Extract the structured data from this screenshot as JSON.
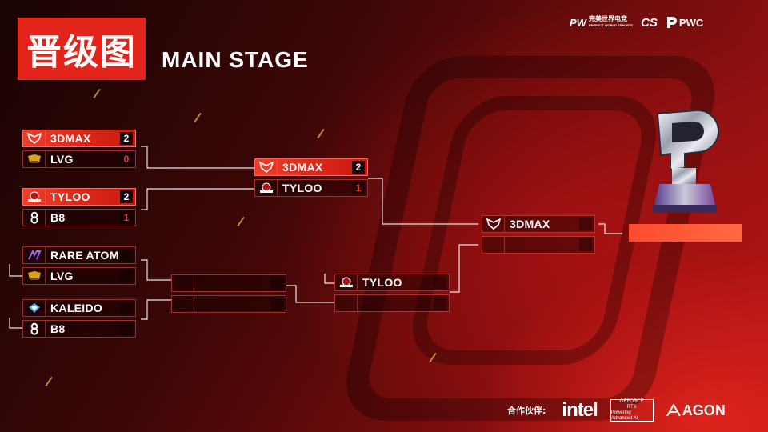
{
  "header": {
    "title_cn": "晋级图",
    "subtitle": "MAIN STAGE"
  },
  "brand_logos": {
    "pwe_mark": "PW",
    "pwe_cn": "完美世界电竞",
    "pwe_en": "PERFECT WORLD ESPORTS",
    "cs_mark": "CS",
    "pwc_mark": "PWC"
  },
  "bracket": {
    "upper_qf": [
      {
        "teams": [
          {
            "name": "3DMAX",
            "score": "2",
            "winner": true
          },
          {
            "name": "LVG",
            "score": "0",
            "winner": false
          }
        ]
      },
      {
        "teams": [
          {
            "name": "TYLOO",
            "score": "2",
            "winner": true
          },
          {
            "name": "B8",
            "score": "1",
            "winner": false
          }
        ]
      }
    ],
    "upper_final": {
      "teams": [
        {
          "name": "3DMAX",
          "score": "2",
          "winner": true
        },
        {
          "name": "TYLOO",
          "score": "1",
          "winner": false
        }
      ]
    },
    "lower_r1": [
      {
        "teams": [
          {
            "name": "RARE ATOM",
            "score": "",
            "winner": false
          },
          {
            "name": "LVG",
            "score": "",
            "winner": false
          }
        ]
      },
      {
        "teams": [
          {
            "name": "KALEIDO",
            "score": "",
            "winner": false
          },
          {
            "name": "B8",
            "score": "",
            "winner": false
          }
        ]
      }
    ],
    "lower_r2": {
      "teams": [
        {
          "name": "",
          "score": ""
        },
        {
          "name": "",
          "score": ""
        }
      ]
    },
    "lower_final": {
      "teams": [
        {
          "name": "TYLOO",
          "score": ""
        },
        {
          "name": "",
          "score": ""
        }
      ]
    },
    "grand_final": {
      "teams": [
        {
          "name": "3DMAX",
          "score": ""
        },
        {
          "name": "",
          "score": ""
        }
      ]
    },
    "champion": ""
  },
  "partners": {
    "label": "合作伙伴:",
    "intel": "intel",
    "nvidia_line1": "GEFORCE",
    "nvidia_line2": "RTX",
    "nvidia_line3": "Powering Advanced AI",
    "agon": "AGON"
  },
  "colors": {
    "accent": "#e3241b",
    "win_slot": "#f23b28",
    "loser_score": "#e8402e",
    "champion_bar": "#ff5a35"
  }
}
